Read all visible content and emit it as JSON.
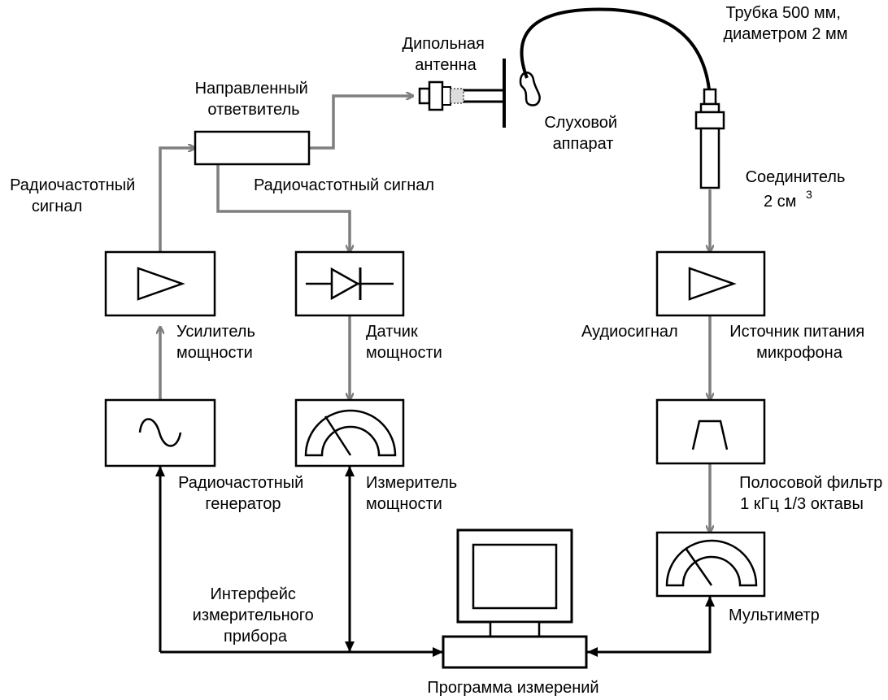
{
  "labels": {
    "tube": [
      "Трубка 500 мм,",
      "диаметром 2 мм"
    ],
    "dipole_antenna": [
      "Дипольная",
      "антенна"
    ],
    "directional_coupler": [
      "Направленный",
      "ответвитель"
    ],
    "hearing_aid": [
      "Слуховой",
      "аппарат"
    ],
    "rf_signal_left": [
      "Радиочастотный",
      "сигнал"
    ],
    "rf_signal_mid": "Радиочастотный сигнал",
    "coupler_2cc": [
      "Соединитель",
      "2 см"
    ],
    "coupler_2cc_sup": "3",
    "power_amplifier": [
      "Усилитель",
      "мощности"
    ],
    "power_sensor": [
      "Датчик",
      "мощности"
    ],
    "audio_signal": "Аудиосигнал",
    "mic_power_supply": [
      "Источник питания",
      "микрофона"
    ],
    "rf_generator": [
      "Радиочастотный",
      "генератор"
    ],
    "power_meter": [
      "Измеритель",
      "мощности"
    ],
    "bandpass_filter": [
      "Полосовой фильтр",
      "1 кГц 1/3 октавы"
    ],
    "instrument_interface": [
      "Интерфейс",
      "измерительного",
      "прибора"
    ],
    "multimeter": "Мультиметр",
    "measurement_program": "Программа измерений"
  },
  "colors": {
    "rf_signal_line": "#7f7f7f",
    "control_line": "#000000",
    "box_stroke": "#000000"
  },
  "icons": {
    "amplifier_rf": "triangle-amplifier-icon",
    "power_sensor": "diode-icon",
    "rf_generator": "sine-wave-icon",
    "power_meter": "analog-meter-icon",
    "amplifier_audio": "triangle-amplifier-icon",
    "bandpass_filter": "bandpass-filter-icon",
    "multimeter": "analog-meter-icon",
    "computer": "computer-icon"
  }
}
